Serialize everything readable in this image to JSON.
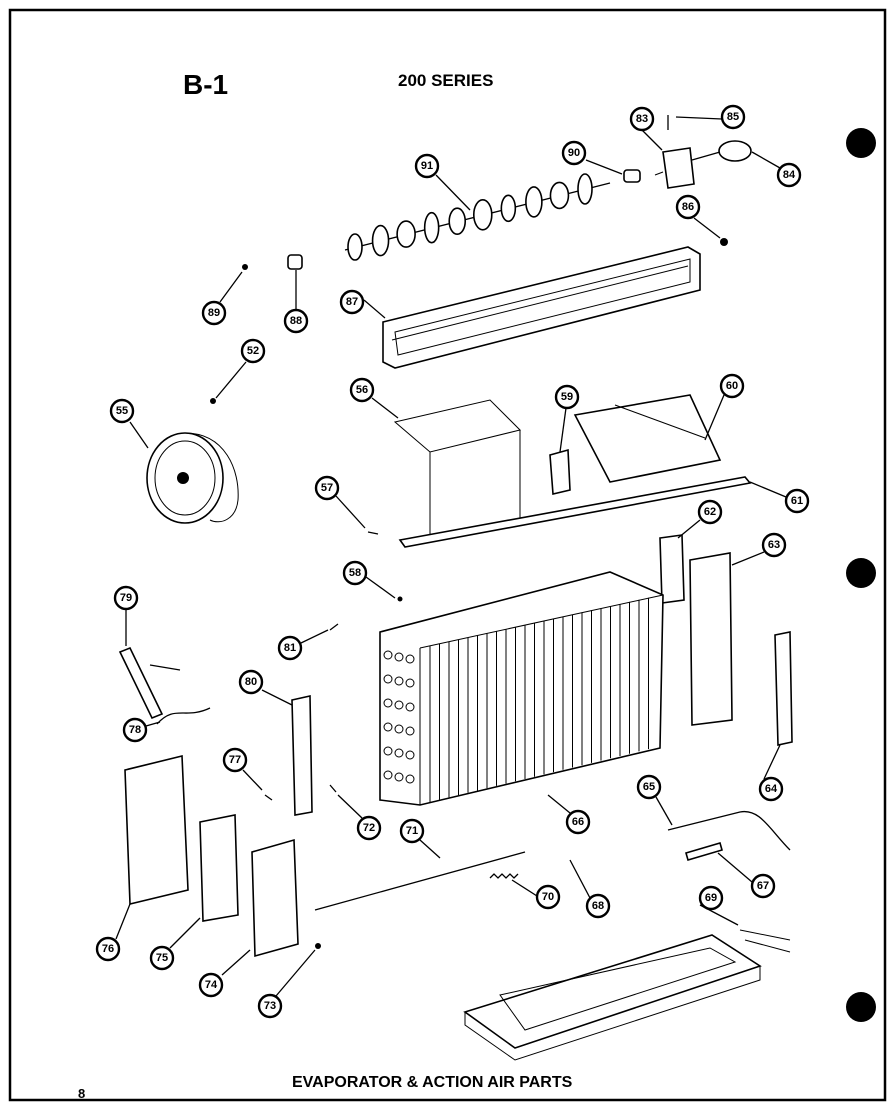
{
  "page": {
    "section": "B-1",
    "series": "200 SERIES",
    "caption": "EVAPORATOR & ACTION AIR PARTS",
    "page_number": "8"
  },
  "callouts": [
    {
      "id": "c83",
      "label": "83"
    },
    {
      "id": "c85",
      "label": "85"
    },
    {
      "id": "c90",
      "label": "90"
    },
    {
      "id": "c91",
      "label": "91"
    },
    {
      "id": "c84",
      "label": "84"
    },
    {
      "id": "c86",
      "label": "86"
    },
    {
      "id": "c88",
      "label": "88"
    },
    {
      "id": "c89",
      "label": "89"
    },
    {
      "id": "c87",
      "label": "87"
    },
    {
      "id": "c55",
      "label": "55"
    },
    {
      "id": "c52",
      "label": "52"
    },
    {
      "id": "c56",
      "label": "56"
    },
    {
      "id": "c59",
      "label": "59"
    },
    {
      "id": "c60",
      "label": "60"
    },
    {
      "id": "c57",
      "label": "57"
    },
    {
      "id": "c61",
      "label": "61"
    },
    {
      "id": "c58",
      "label": "58"
    },
    {
      "id": "c62",
      "label": "62"
    },
    {
      "id": "c63",
      "label": "63"
    },
    {
      "id": "c79",
      "label": "79"
    },
    {
      "id": "c81",
      "label": "81"
    },
    {
      "id": "c80",
      "label": "80"
    },
    {
      "id": "c78",
      "label": "78"
    },
    {
      "id": "c77",
      "label": "77"
    },
    {
      "id": "c72",
      "label": "72"
    },
    {
      "id": "c66",
      "label": "66"
    },
    {
      "id": "c64",
      "label": "64"
    },
    {
      "id": "c65",
      "label": "65"
    },
    {
      "id": "c71",
      "label": "71"
    },
    {
      "id": "c67",
      "label": "67"
    },
    {
      "id": "c76",
      "label": "76"
    },
    {
      "id": "c75",
      "label": "75"
    },
    {
      "id": "c70",
      "label": "70"
    },
    {
      "id": "c69",
      "label": "69"
    },
    {
      "id": "c68",
      "label": "68"
    },
    {
      "id": "c74",
      "label": "74"
    },
    {
      "id": "c73",
      "label": "73"
    }
  ]
}
